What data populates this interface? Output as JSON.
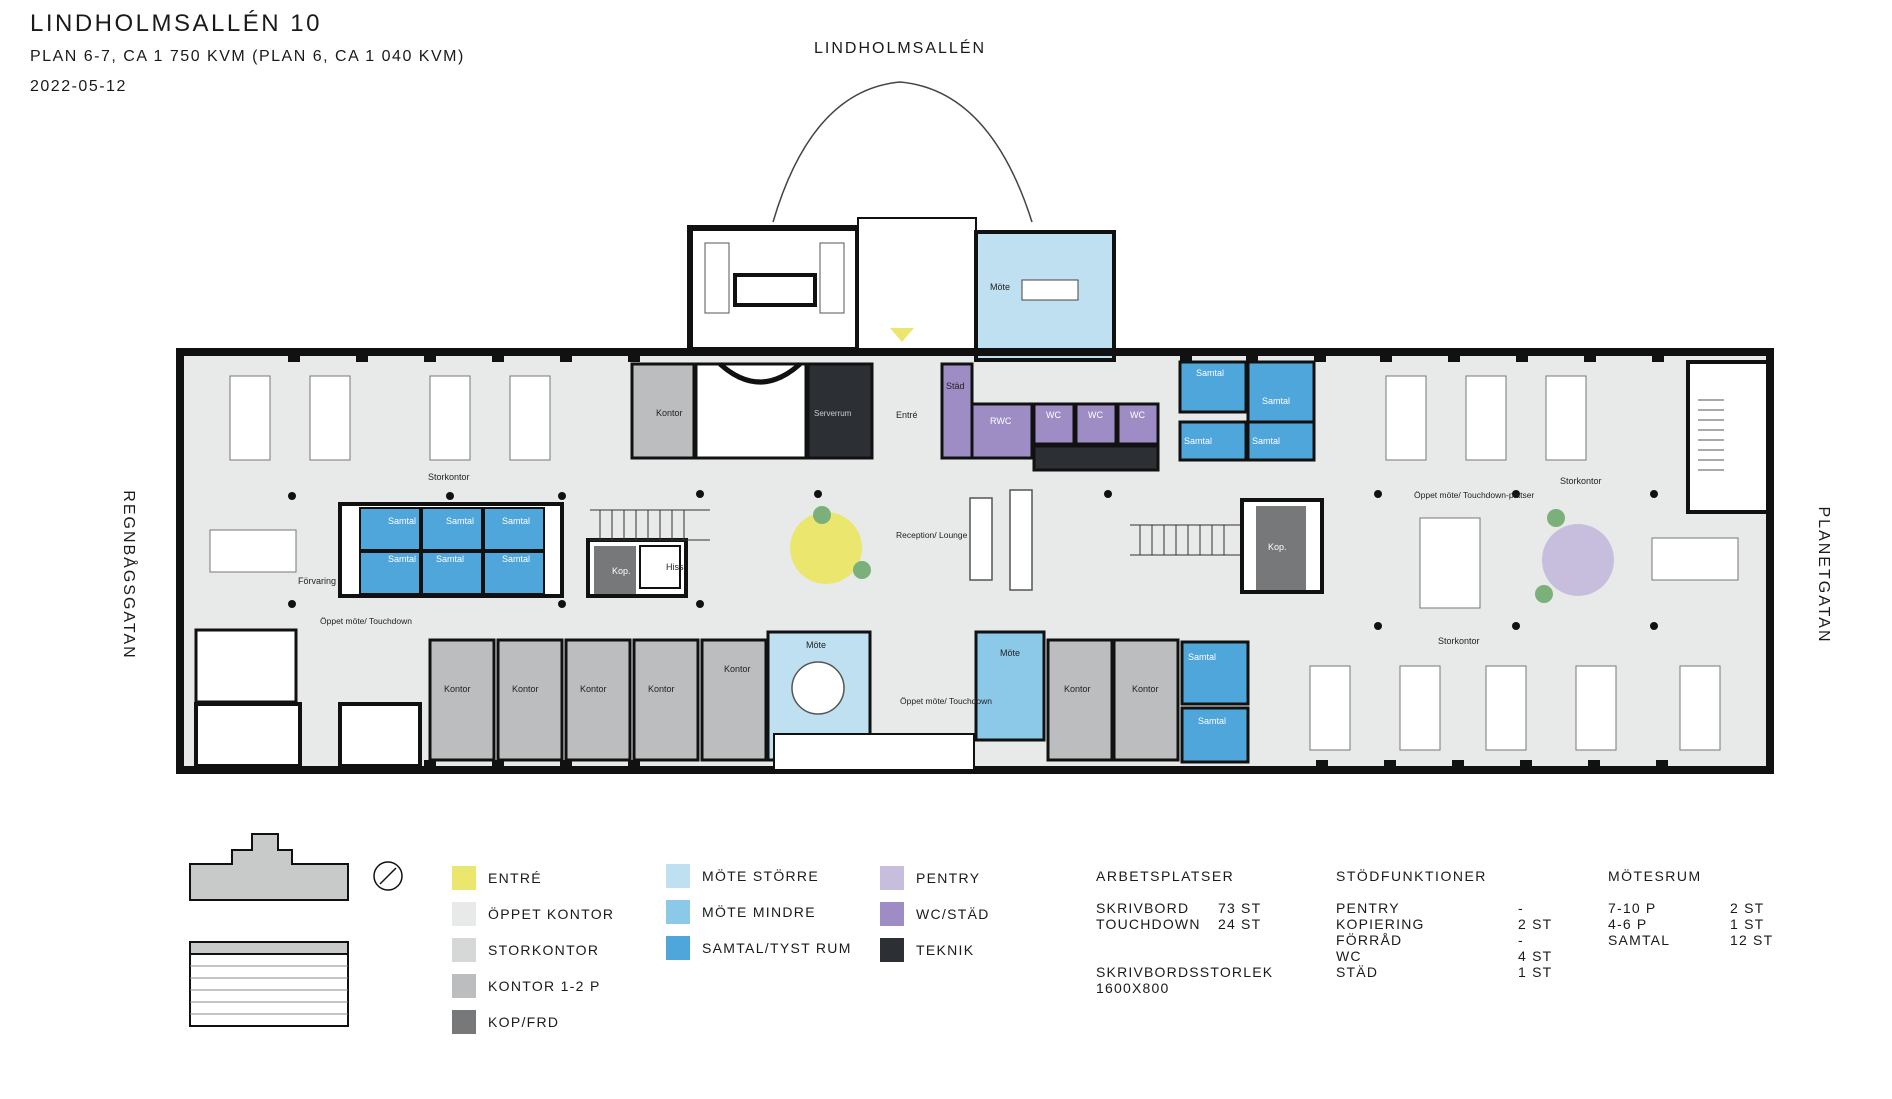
{
  "header": {
    "title": "LINDHOLMSALLÉN 10",
    "subtitle": "PLAN 6-7, CA 1 750 KVM (PLAN 6, CA 1 040 KVM)",
    "date": "2022-05-12"
  },
  "streets": {
    "top": "LINDHOLMSALLÉN",
    "left": "REGNBÅGSGATAN",
    "right": "PLANETGATAN"
  },
  "rooms": {
    "mote_top": "Möte",
    "stad": "Städ",
    "rwc": "RWC",
    "wc1": "WC",
    "wc2": "WC",
    "wc3": "WC",
    "serverrum": "Serverrum",
    "entre": "Entré",
    "kontor_small": "Kontor",
    "samtal_r1": "Samtal",
    "samtal_r2": "Samtal",
    "samtal_r3": "Samtal",
    "samtal_r4": "Samtal",
    "storkontor_left": "Storkontor",
    "storkontor_right_top": "Storkontor",
    "storkontor_right_bottom": "Storkontor",
    "samtal_l1": "Samtal",
    "samtal_l2": "Samtal",
    "samtal_l3": "Samtal",
    "samtal_l4": "Samtal",
    "samtal_l5": "Samtal",
    "samtal_l6": "Samtal",
    "forvaring": "Förvaring",
    "oppet_mote_left": "Öppet möte/ Touchdown",
    "kop_left": "Kop.",
    "hiss": "Hiss",
    "reception": "Reception/ Lounge",
    "kop_right": "Kop.",
    "oppet_mote_right": "Öppet möte/ Touchdown-platser",
    "kontor_b1": "Kontor",
    "kontor_b2": "Kontor",
    "kontor_b3": "Kontor",
    "kontor_b4": "Kontor",
    "kontor_b5": "Kontor",
    "mote_bottom_large": "Möte",
    "oppet_mote_bottom": "Öppet möte/ Touchdown",
    "mote_bottom_small": "Möte",
    "kontor_b6": "Kontor",
    "kontor_b7": "Kontor",
    "samtal_b1": "Samtal",
    "samtal_b2": "Samtal"
  },
  "legend": {
    "col1": [
      {
        "label": "ENTRÉ",
        "color": "#ebe66e"
      },
      {
        "label": "ÖPPET KONTOR",
        "color": "#e8eaea"
      },
      {
        "label": "STORKONTOR",
        "color": "#d6d8d8"
      },
      {
        "label": "KONTOR 1-2 P",
        "color": "#bcbdbe"
      },
      {
        "label": "KOP/FRD",
        "color": "#77787a"
      }
    ],
    "col2": [
      {
        "label": "MÖTE STÖRRE",
        "color": "#bfe0f1"
      },
      {
        "label": "MÖTE MINDRE",
        "color": "#8cc9e9"
      },
      {
        "label": "SAMTAL/TYST RUM",
        "color": "#4ea6da"
      }
    ],
    "col3": [
      {
        "label": "PENTRY",
        "color": "#c6bedc"
      },
      {
        "label": "WC/STÄD",
        "color": "#9e8dc5"
      },
      {
        "label": "TEKNIK",
        "color": "#2c3035"
      }
    ]
  },
  "stats": {
    "arbetsplatser": {
      "heading": "ARBETSPLATSER",
      "rows": [
        {
          "label": "SKRIVBORD",
          "value": "73 ST"
        },
        {
          "label": "TOUCHDOWN",
          "value": "24 ST"
        }
      ],
      "size_heading": "SKRIVBORDSSTORLEK",
      "size_value": "1600X800"
    },
    "stodfunktioner": {
      "heading": "STÖDFUNKTIONER",
      "rows": [
        {
          "label": "PENTRY",
          "value": "-"
        },
        {
          "label": "KOPIERING",
          "value": "2 ST"
        },
        {
          "label": "FÖRRÅD",
          "value": "-"
        },
        {
          "label": "WC",
          "value": "4 ST"
        },
        {
          "label": "STÄD",
          "value": "1 ST"
        }
      ]
    },
    "motesrum": {
      "heading": "MÖTESRUM",
      "rows": [
        {
          "label": "7-10 P",
          "value": "2 ST"
        },
        {
          "label": "4-6 P",
          "value": "1 ST"
        },
        {
          "label": "SAMTAL",
          "value": "12 ST"
        }
      ]
    }
  }
}
